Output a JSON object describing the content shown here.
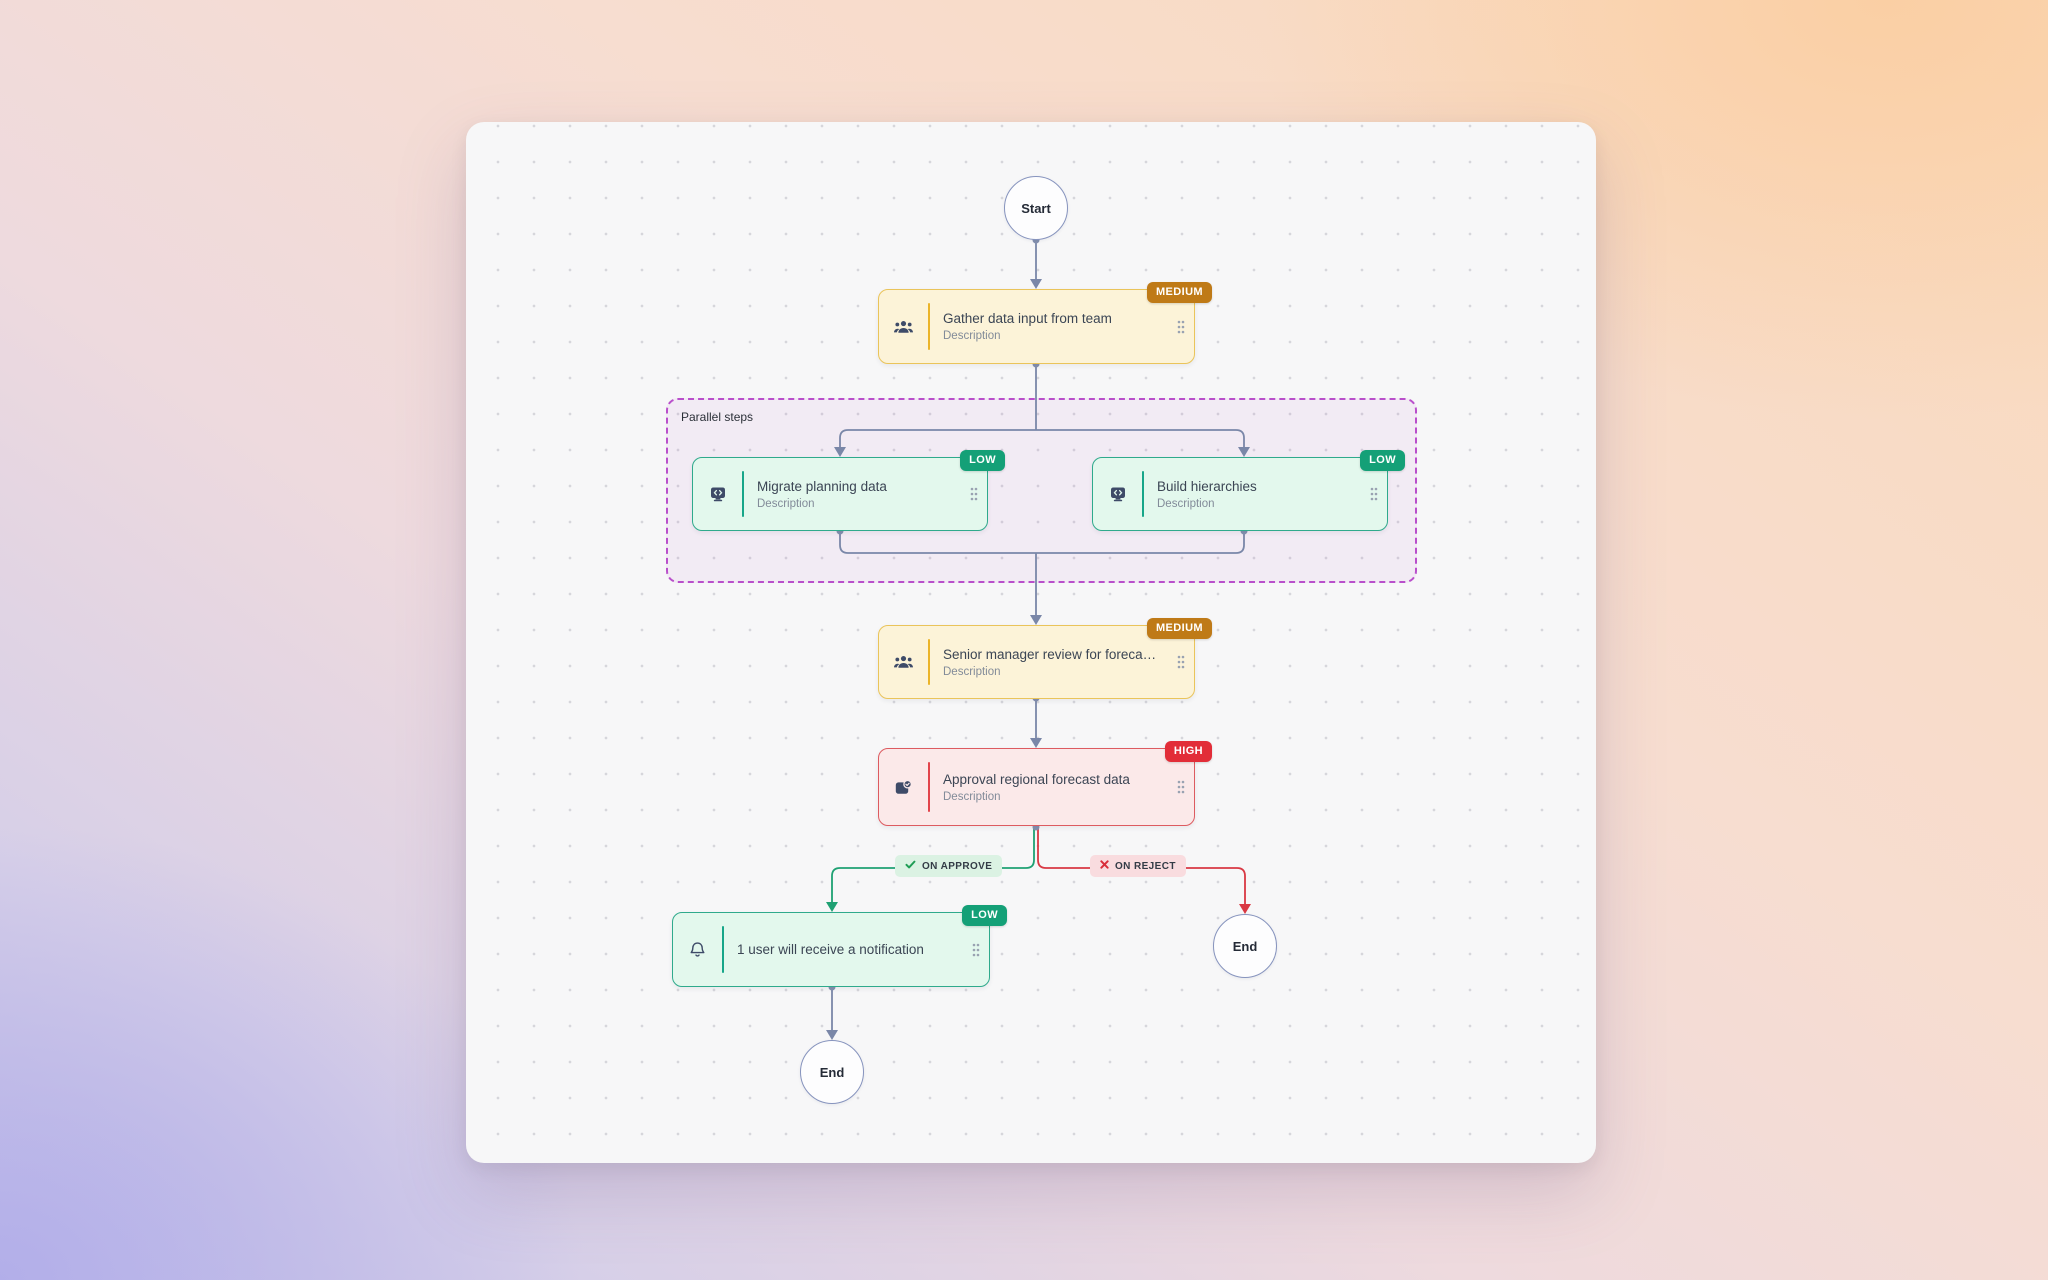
{
  "flow": {
    "start": {
      "label": "Start"
    },
    "parallel_group": {
      "label": "Parallel steps"
    },
    "steps": {
      "gather": {
        "title": "Gather data input from team",
        "description": "Description",
        "priority": "MEDIUM",
        "icon": "users-icon"
      },
      "migrate": {
        "title": "Migrate planning data",
        "description": "Description",
        "priority": "LOW",
        "icon": "monitor-code-icon"
      },
      "build": {
        "title": "Build hierarchies",
        "description": "Description",
        "priority": "LOW",
        "icon": "monitor-code-icon"
      },
      "review": {
        "title": "Senior manager review for foreca…",
        "description": "Description",
        "priority": "MEDIUM",
        "icon": "users-icon"
      },
      "approval": {
        "title": "Approval regional forecast data",
        "description": "Description",
        "priority": "HIGH",
        "icon": "approval-check-icon"
      },
      "notification": {
        "title": "1 user will receive a notification",
        "priority": "LOW",
        "icon": "bell-icon"
      }
    },
    "branches": {
      "approve_label": "ON APPROVE",
      "reject_label": "ON REJECT"
    },
    "ends": {
      "left": {
        "label": "End"
      },
      "right": {
        "label": "End"
      }
    }
  },
  "colors": {
    "badge_low": "#14a077",
    "badge_medium": "#bf7a17",
    "badge_high": "#e22d38",
    "node_yellow_bg": "#fcf3d8",
    "node_yellow_border": "#eac45a",
    "node_green_bg": "#e3f8ed",
    "node_green_border": "#2faa8c",
    "node_red_bg": "#fbe9e9",
    "node_red_border": "#dd5b60",
    "parallel_border": "#b94fcb",
    "edge_default": "#7a87a8",
    "edge_approve": "#1fa173",
    "edge_reject": "#d93843",
    "canvas_bg": "#f7f7f8"
  }
}
